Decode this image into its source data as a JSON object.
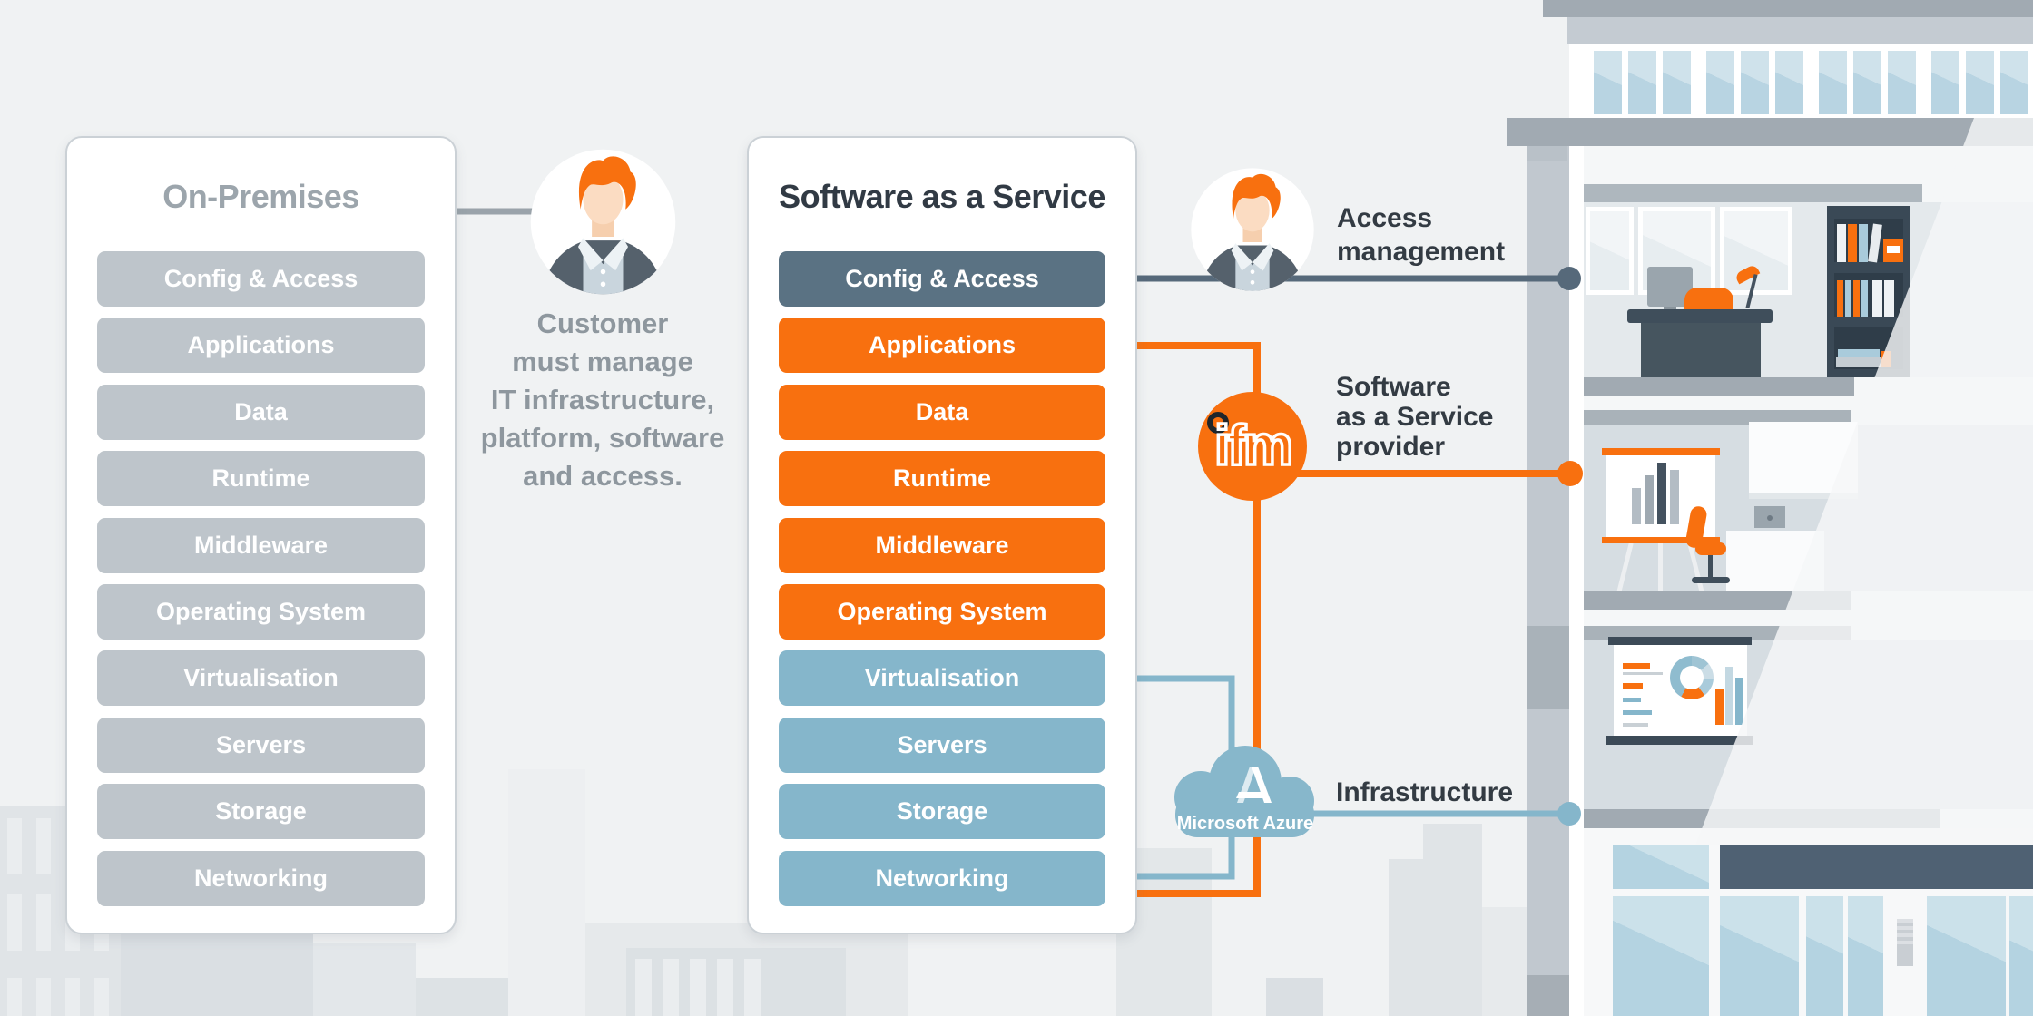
{
  "on_premises": {
    "title": "On-Premises",
    "items": [
      "Config & Access",
      "Applications",
      "Data",
      "Runtime",
      "Middleware",
      "Operating System",
      "Virtualisation",
      "Servers",
      "Storage",
      "Networking"
    ]
  },
  "saas": {
    "title": "Software as a Service",
    "items": [
      {
        "label": "Config & Access",
        "tier": "slate"
      },
      {
        "label": "Applications",
        "tier": "orange"
      },
      {
        "label": "Data",
        "tier": "orange"
      },
      {
        "label": "Runtime",
        "tier": "orange"
      },
      {
        "label": "Middleware",
        "tier": "orange"
      },
      {
        "label": "Operating System",
        "tier": "orange"
      },
      {
        "label": "Virtualisation",
        "tier": "blue"
      },
      {
        "label": "Servers",
        "tier": "blue"
      },
      {
        "label": "Storage",
        "tier": "blue"
      },
      {
        "label": "Networking",
        "tier": "blue"
      }
    ]
  },
  "customer_note": {
    "lines": [
      "Customer",
      "must manage",
      "IT infrastructure,",
      "platform, software",
      "and access."
    ]
  },
  "callouts": {
    "access_management": {
      "lines": [
        "Access",
        "management"
      ]
    },
    "saas_provider": {
      "lines": [
        "Software",
        "as a Service",
        "provider"
      ]
    },
    "infrastructure": {
      "lines": [
        "Infrastructure"
      ]
    }
  },
  "logos": {
    "ifm_text": "ifm",
    "azure_name": "Microsoft Azure"
  },
  "colors": {
    "orange": "#F8700F",
    "slate": "#5A7283",
    "light_blue": "#85B6CB",
    "gray_box": "#BEC5CB",
    "dark_text": "#333B43",
    "muted_text": "#8E979E",
    "background": "#F0F2F3"
  }
}
